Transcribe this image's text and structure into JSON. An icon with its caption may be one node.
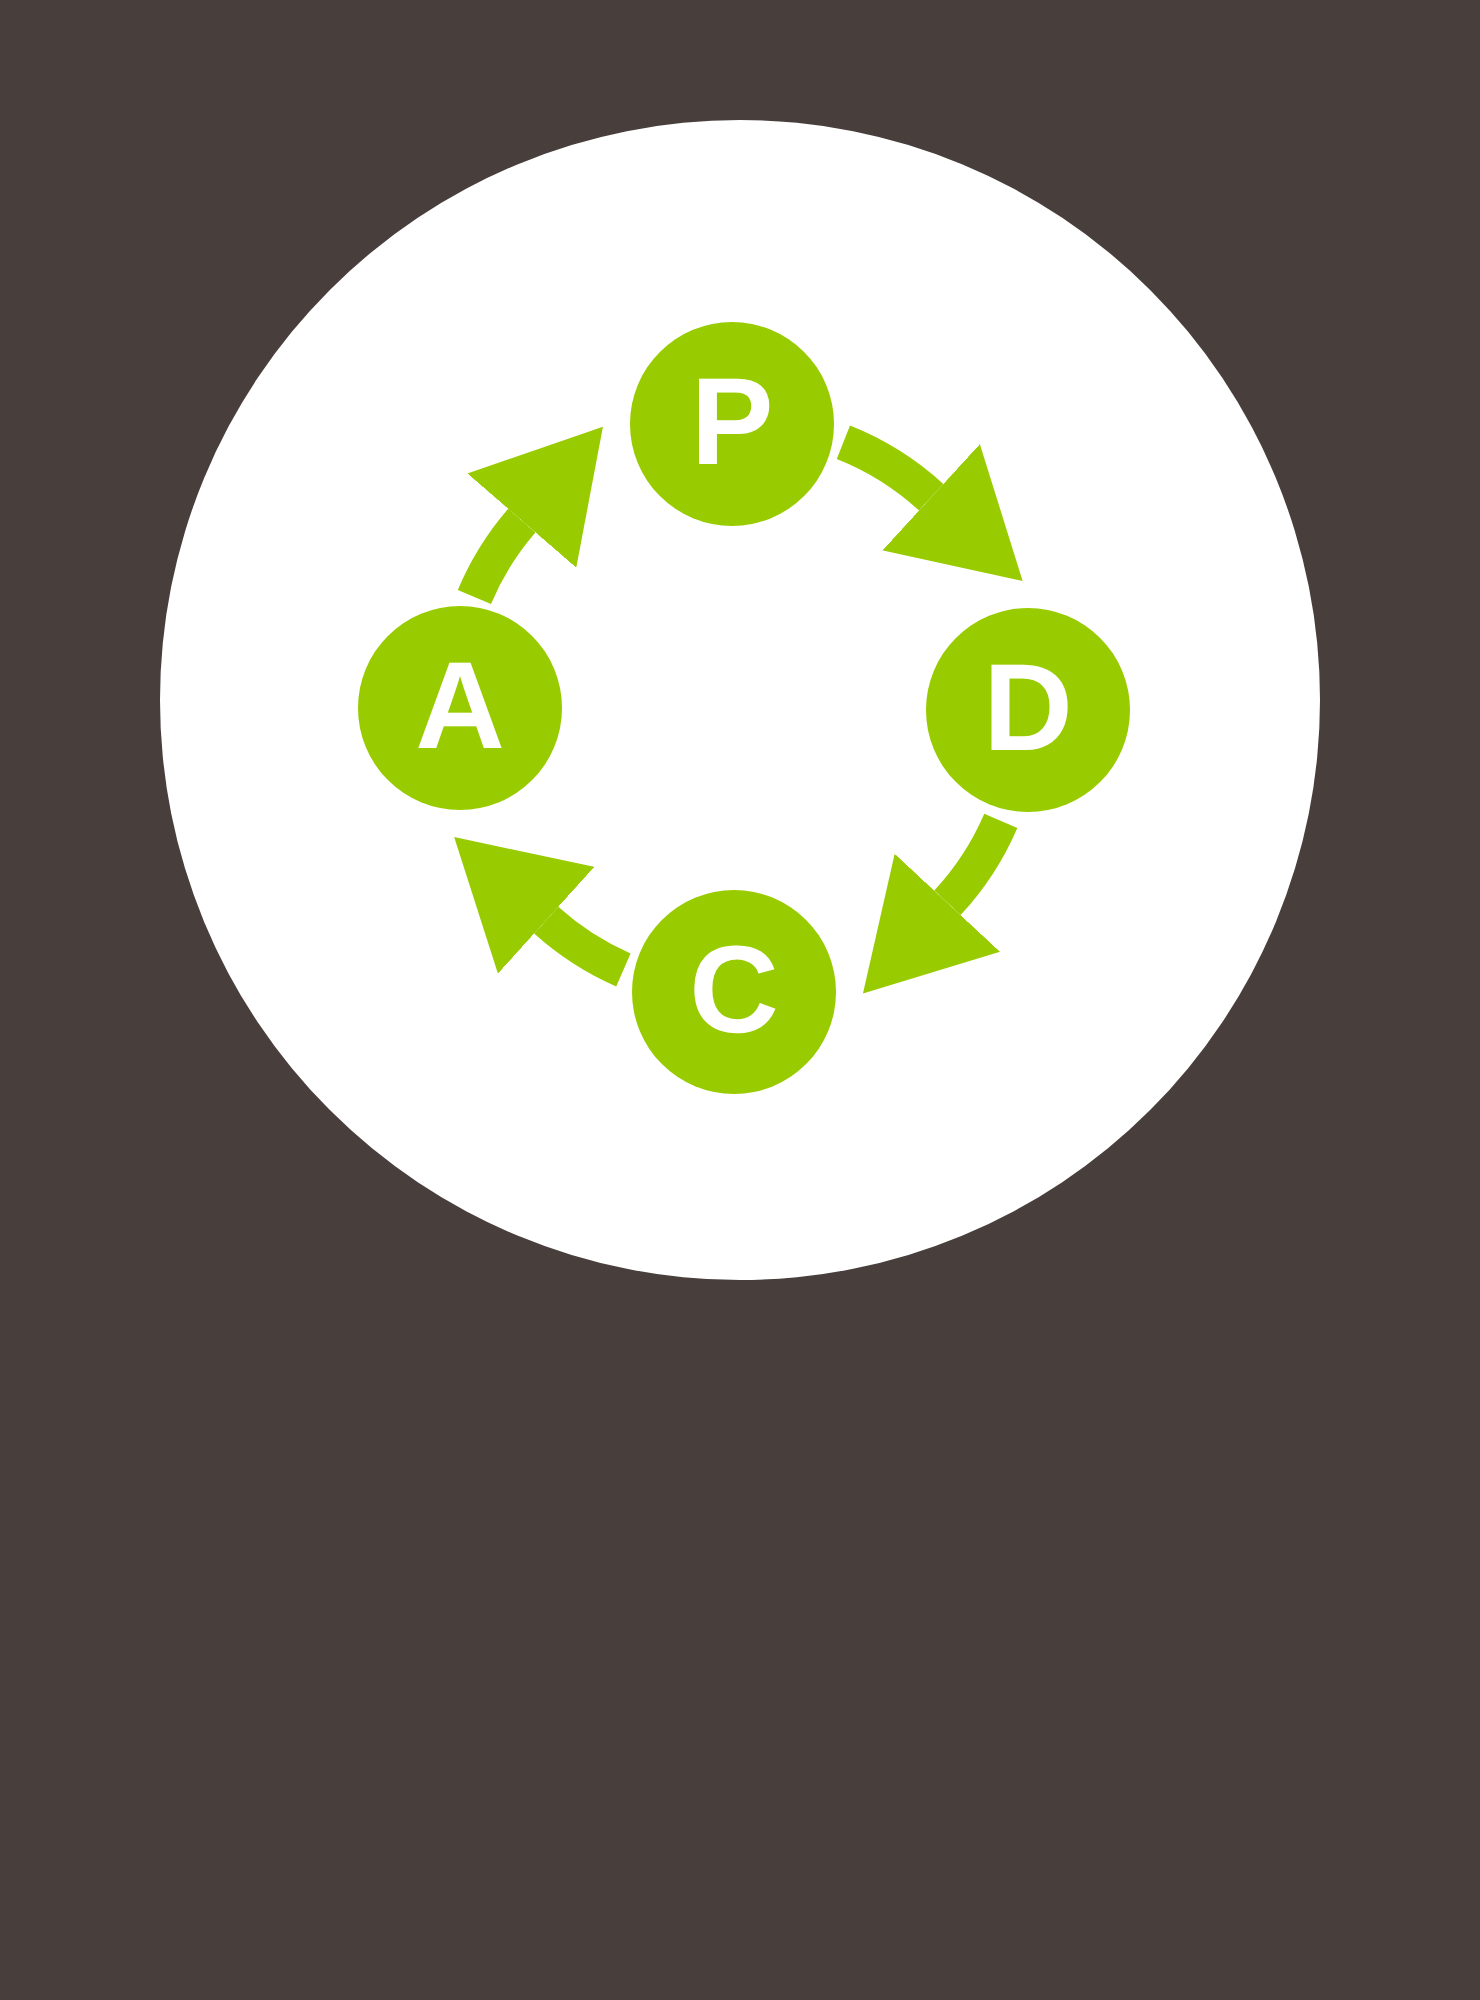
{
  "diagram": {
    "nodes": [
      {
        "text": [
          "P"
        ]
      },
      {
        "text": [
          "D"
        ]
      },
      {
        "text": [
          "C"
        ]
      },
      {
        "text": [
          "A"
        ]
      }
    ],
    "edges": [
      {
        "from": 0,
        "to": 1,
        "arrow": "to"
      },
      {
        "from": 1,
        "to": 2,
        "arrow": "to"
      },
      {
        "from": 2,
        "to": 3,
        "arrow": "to"
      },
      {
        "from": 3,
        "to": 0,
        "arrow": "to"
      }
    ]
  }
}
